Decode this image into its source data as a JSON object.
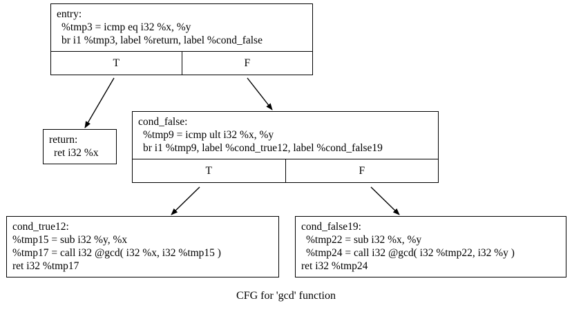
{
  "caption": "CFG for 'gcd' function",
  "ports": {
    "true_label": "T",
    "false_label": "F"
  },
  "colors": {
    "background": "#ffffff",
    "border": "#000000",
    "text": "#000000",
    "edge": "#000000"
  },
  "nodes": {
    "entry": {
      "label": "entry:",
      "lines": [
        "%tmp3 = icmp eq i32 %x, %y",
        "br i1 %tmp3, label %return, label %cond_false"
      ],
      "true_label": "T",
      "false_label": "F"
    },
    "return": {
      "label": "return:",
      "lines": [
        "ret i32 %x"
      ]
    },
    "cond_false": {
      "label": "cond_false:",
      "lines": [
        "%tmp9 = icmp ult i32 %x, %y",
        "br i1 %tmp9, label %cond_true12, label %cond_false19"
      ],
      "true_label": "T",
      "false_label": "F"
    },
    "cond_true12": {
      "label": "cond_true12:",
      "lines": [
        "%tmp15 = sub i32 %y, %x",
        "%tmp17 = call i32 @gcd( i32 %x, i32 %tmp15 )",
        "ret i32 %tmp17"
      ]
    },
    "cond_false19": {
      "label": "cond_false19:",
      "lines": [
        "%tmp22 = sub i32 %x, %y",
        "%tmp24 = call i32 @gcd( i32 %tmp22, i32 %y )",
        "ret i32 %tmp24"
      ]
    }
  },
  "edges": [
    {
      "from": "entry.T",
      "to": "return",
      "label": ""
    },
    {
      "from": "entry.F",
      "to": "cond_false",
      "label": ""
    },
    {
      "from": "cond_false.T",
      "to": "cond_true12",
      "label": ""
    },
    {
      "from": "cond_false.F",
      "to": "cond_false19",
      "label": ""
    }
  ]
}
